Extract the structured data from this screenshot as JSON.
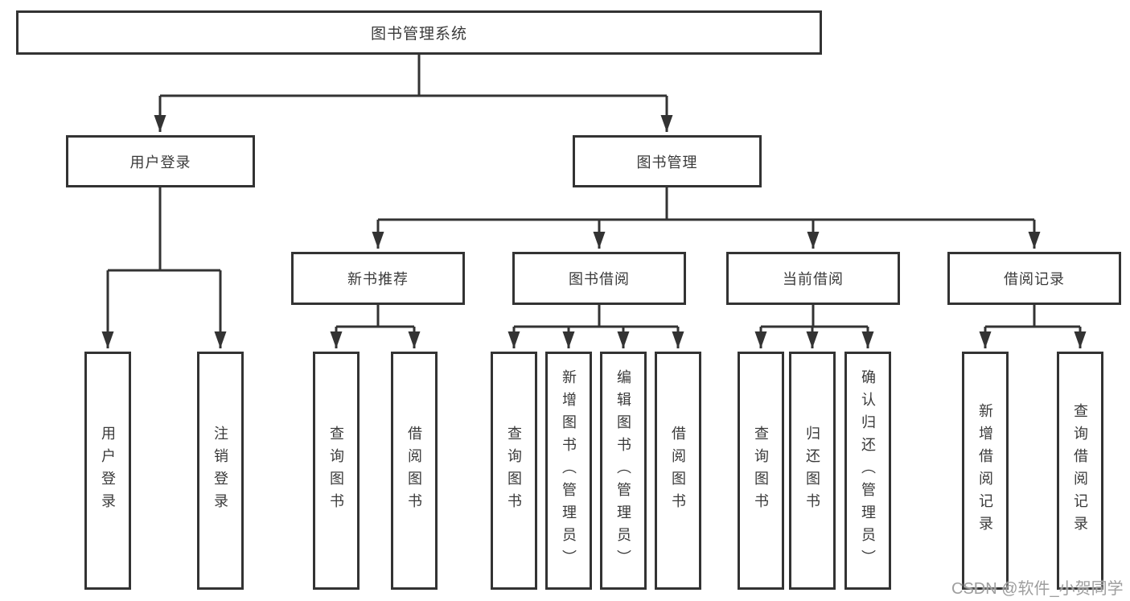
{
  "diagram": {
    "root": {
      "label": "图书管理系统"
    },
    "level2": [
      {
        "label": "用户登录"
      },
      {
        "label": "图书管理"
      }
    ],
    "level3": [
      {
        "label": "新书推荐"
      },
      {
        "label": "图书借阅"
      },
      {
        "label": "当前借阅"
      },
      {
        "label": "借阅记录"
      }
    ],
    "leaves": {
      "login": [
        {
          "label": "用户登录"
        },
        {
          "label": "注销登录"
        }
      ],
      "newbook": [
        {
          "label": "查询图书"
        },
        {
          "label": "借阅图书"
        }
      ],
      "borrow": [
        {
          "label": "查询图书"
        },
        {
          "label": "新增图书（管理员）"
        },
        {
          "label": "编辑图书（管理员）"
        },
        {
          "label": "借阅图书"
        }
      ],
      "current": [
        {
          "label": "查询图书"
        },
        {
          "label": "归还图书"
        },
        {
          "label": "确认归还（管理员）"
        }
      ],
      "records": [
        {
          "label": "新增借阅记录"
        },
        {
          "label": "查询借阅记录"
        }
      ]
    },
    "colors": {
      "line": "#333333",
      "box_bg": "#ffffff",
      "text": "#3a3a3a",
      "watermark": "#9e9e9e"
    },
    "watermark": "CSDN @软件_小贺同学"
  }
}
